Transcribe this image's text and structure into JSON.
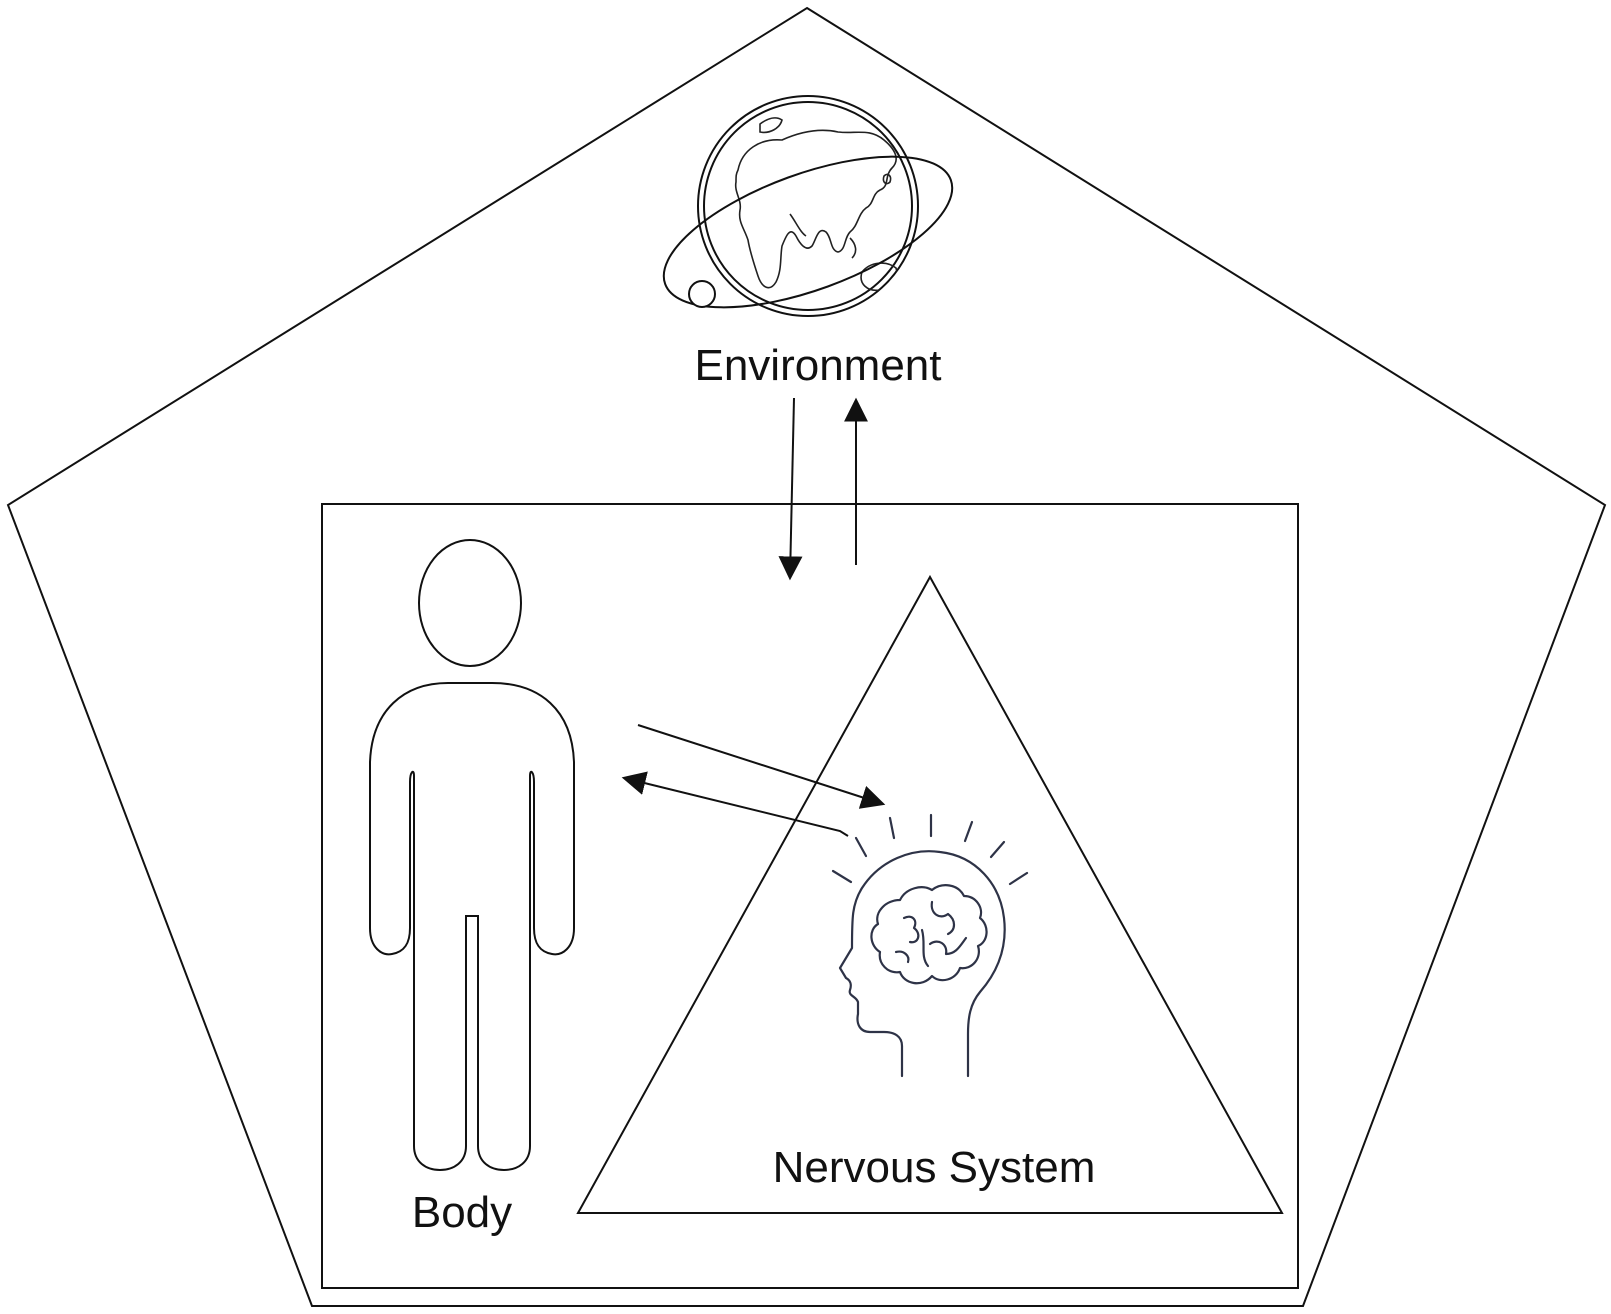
{
  "diagram": {
    "nodes": {
      "environment": {
        "label": "Environment",
        "icon": "globe-icon"
      },
      "body": {
        "label": "Body",
        "icon": "person-icon"
      },
      "nervous_system": {
        "label": "Nervous System",
        "icon": "head-brain-icon"
      }
    },
    "edges": [
      {
        "from": "environment",
        "to": "nervous_system"
      },
      {
        "from": "nervous_system",
        "to": "environment"
      },
      {
        "from": "body",
        "to": "nervous_system"
      },
      {
        "from": "nervous_system",
        "to": "body"
      }
    ],
    "containers": {
      "outer": "pentagon",
      "inner": "rectangle",
      "nervous_system": "triangle"
    },
    "colors": {
      "line": "#111111",
      "icon": "#2e3347",
      "background": "#ffffff"
    }
  }
}
